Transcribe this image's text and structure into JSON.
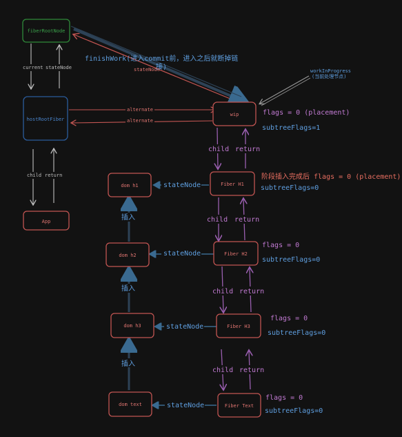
{
  "nodes": {
    "fiberRootNode": "fiberRootNode",
    "hostRootFiber": "hostRootFiber",
    "app": "App",
    "wip": "wip",
    "fiber_h1": "Fiber H1",
    "fiber_h2": "Fiber H2",
    "fiber_h3": "Fiber H3",
    "fiber_text": "Fiber Text",
    "dom_h1": "dom h1",
    "dom_h2": "dom h2",
    "dom_h3": "dom h3",
    "dom_text": "dom text"
  },
  "labels": {
    "current": "current",
    "stateNode": "stateNode",
    "child": "child",
    "return": "return",
    "alternate": "alternate",
    "insert": "插入",
    "finish_work": "finishWork(进入commit前，进入之后就断掉链",
    "finish_work_2": "接)",
    "work_in_progress": "workInProgress",
    "work_in_progress_note": "(当前处理节点)",
    "wip_flags": "flags = 0 (placement)",
    "wip_subtree": "subtreeFlags=1",
    "h1_flags": "阶段插入完成后 flags = 0 (placement)",
    "h1_subtree": "subtreeFlags=0",
    "h2_flags": "flags = 0",
    "h2_subtree": "subtreeFlags=0",
    "h3_flags": "flags = 0",
    "h3_subtree": "subtreeFlags=0",
    "text_flags": "flags = 0",
    "text_subtree": "subtreeFlags=0"
  },
  "colors": {
    "background": "#121212",
    "fiber_border": "#c25552",
    "root_border": "#2f8a3a",
    "host_border": "#2b5c9c",
    "child_return_arrow": "#9a5fb0",
    "statenode_arrow": "#3a5a78",
    "alternate_arrow": "#c25552"
  }
}
